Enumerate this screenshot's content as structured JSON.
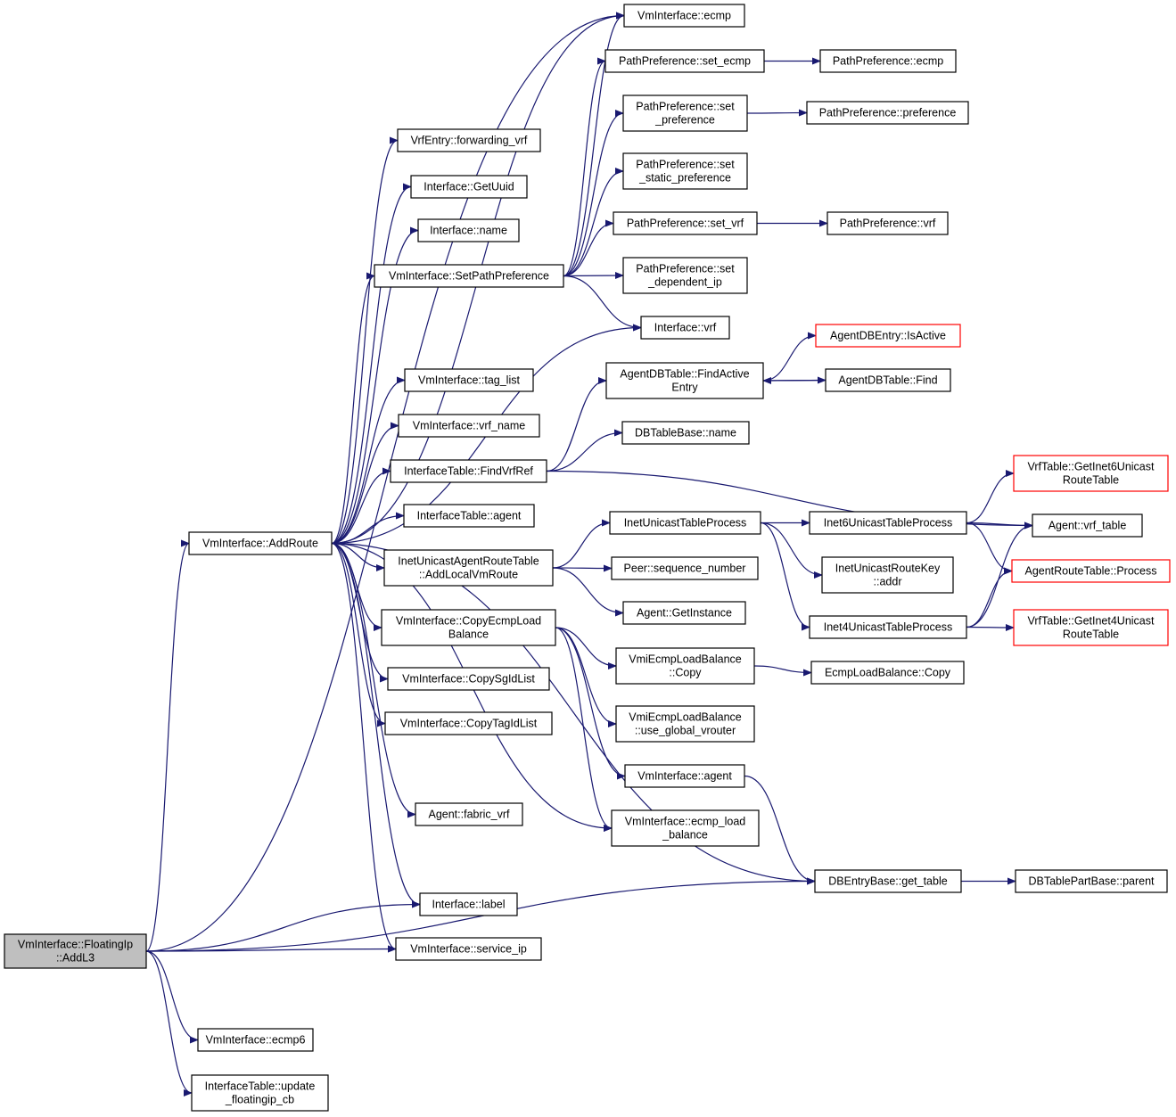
{
  "colors": {
    "edge": "#191970",
    "node_border": "#000000",
    "truncated_border": "#ff0000",
    "focus_fill": "#bfbfbf",
    "node_fill": "#ffffff"
  },
  "nodes": [
    {
      "id": "root",
      "lines": [
        "VmInterface::FloatingIp",
        "::AddL3"
      ],
      "focus": true
    },
    {
      "id": "addroute",
      "lines": [
        "VmInterface::AddRoute"
      ]
    },
    {
      "id": "ecmp6",
      "lines": [
        "VmInterface::ecmp6"
      ]
    },
    {
      "id": "update_fip",
      "lines": [
        "InterfaceTable::update",
        "_floatingip_cb"
      ]
    },
    {
      "id": "fwd_vrf",
      "lines": [
        "VrfEntry::forwarding_vrf"
      ]
    },
    {
      "id": "getuuid",
      "lines": [
        "Interface::GetUuid"
      ]
    },
    {
      "id": "iname",
      "lines": [
        "Interface::name"
      ]
    },
    {
      "id": "setpathpref",
      "lines": [
        "VmInterface::SetPathPreference"
      ]
    },
    {
      "id": "taglist",
      "lines": [
        "VmInterface::tag_list"
      ]
    },
    {
      "id": "vrfname",
      "lines": [
        "VmInterface::vrf_name"
      ]
    },
    {
      "id": "findvrfref",
      "lines": [
        "InterfaceTable::FindVrfRef"
      ]
    },
    {
      "id": "itagent",
      "lines": [
        "InterfaceTable::agent"
      ]
    },
    {
      "id": "addlocalvm",
      "lines": [
        "InetUnicastAgentRouteTable",
        "::AddLocalVmRoute"
      ]
    },
    {
      "id": "copyecmp",
      "lines": [
        "VmInterface::CopyEcmpLoad",
        "Balance"
      ]
    },
    {
      "id": "copysg",
      "lines": [
        "VmInterface::CopySgIdList"
      ]
    },
    {
      "id": "copytag",
      "lines": [
        "VmInterface::CopyTagIdList"
      ]
    },
    {
      "id": "fabricvrf",
      "lines": [
        "Agent::fabric_vrf"
      ]
    },
    {
      "id": "label",
      "lines": [
        "Interface::label"
      ]
    },
    {
      "id": "serviceip",
      "lines": [
        "VmInterface::service_ip"
      ]
    },
    {
      "id": "vmecmp",
      "lines": [
        "VmInterface::ecmp"
      ]
    },
    {
      "id": "pp_setecmp",
      "lines": [
        "PathPreference::set_ecmp"
      ]
    },
    {
      "id": "pp_setpref",
      "lines": [
        "PathPreference::set",
        "_preference"
      ]
    },
    {
      "id": "pp_setstatic",
      "lines": [
        "PathPreference::set",
        "_static_preference"
      ]
    },
    {
      "id": "pp_setvrf",
      "lines": [
        "PathPreference::set_vrf"
      ]
    },
    {
      "id": "pp_setdep",
      "lines": [
        "PathPreference::set",
        "_dependent_ip"
      ]
    },
    {
      "id": "ivrf",
      "lines": [
        "Interface::vrf"
      ]
    },
    {
      "id": "findactive",
      "lines": [
        "AgentDBTable::FindActive",
        "Entry"
      ]
    },
    {
      "id": "dbtname",
      "lines": [
        "DBTableBase::name"
      ]
    },
    {
      "id": "inetucproc",
      "lines": [
        "InetUnicastTableProcess"
      ]
    },
    {
      "id": "peerseq",
      "lines": [
        "Peer::sequence_number"
      ]
    },
    {
      "id": "agentinst",
      "lines": [
        "Agent::GetInstance"
      ]
    },
    {
      "id": "vmiecmpcopy",
      "lines": [
        "VmiEcmpLoadBalance",
        "::Copy"
      ]
    },
    {
      "id": "vmiecmpglobal",
      "lines": [
        "VmiEcmpLoadBalance",
        "::use_global_vrouter"
      ]
    },
    {
      "id": "vmiagent",
      "lines": [
        "VmInterface::agent"
      ]
    },
    {
      "id": "vmiecmplb",
      "lines": [
        "VmInterface::ecmp_load",
        "_balance"
      ]
    },
    {
      "id": "gettable",
      "lines": [
        "DBEntryBase::get_table"
      ]
    },
    {
      "id": "pp_ecmp",
      "lines": [
        "PathPreference::ecmp"
      ]
    },
    {
      "id": "pp_pref",
      "lines": [
        "PathPreference::preference"
      ]
    },
    {
      "id": "pp_vrf",
      "lines": [
        "PathPreference::vrf"
      ]
    },
    {
      "id": "isactive",
      "lines": [
        "AgentDBEntry::IsActive"
      ],
      "truncated": true
    },
    {
      "id": "agentfind",
      "lines": [
        "AgentDBTable::Find"
      ]
    },
    {
      "id": "inet6proc",
      "lines": [
        "Inet6UnicastTableProcess"
      ]
    },
    {
      "id": "inetrk",
      "lines": [
        "InetUnicastRouteKey",
        "::addr"
      ]
    },
    {
      "id": "inet4proc",
      "lines": [
        "Inet4UnicastTableProcess"
      ]
    },
    {
      "id": "ecmplbcopy",
      "lines": [
        "EcmpLoadBalance::Copy"
      ]
    },
    {
      "id": "partparent",
      "lines": [
        "DBTablePartBase::parent"
      ]
    },
    {
      "id": "getinet6",
      "lines": [
        "VrfTable::GetInet6Unicast",
        "RouteTable"
      ],
      "truncated": true
    },
    {
      "id": "vrftable",
      "lines": [
        "Agent::vrf_table"
      ]
    },
    {
      "id": "artprocess",
      "lines": [
        "AgentRouteTable::Process"
      ],
      "truncated": true
    },
    {
      "id": "getinet4",
      "lines": [
        "VrfTable::GetInet4Unicast",
        "RouteTable"
      ],
      "truncated": true
    }
  ],
  "edges": [
    [
      "root",
      "vmecmp"
    ],
    [
      "root",
      "addroute"
    ],
    [
      "root",
      "label"
    ],
    [
      "root",
      "serviceip"
    ],
    [
      "root",
      "gettable"
    ],
    [
      "root",
      "ecmp6"
    ],
    [
      "root",
      "update_fip"
    ],
    [
      "addroute",
      "vmecmp"
    ],
    [
      "addroute",
      "fwd_vrf"
    ],
    [
      "addroute",
      "getuuid"
    ],
    [
      "addroute",
      "iname"
    ],
    [
      "addroute",
      "setpathpref"
    ],
    [
      "addroute",
      "ivrf"
    ],
    [
      "addroute",
      "taglist"
    ],
    [
      "addroute",
      "vrfname"
    ],
    [
      "addroute",
      "findvrfref"
    ],
    [
      "addroute",
      "itagent"
    ],
    [
      "addroute",
      "addlocalvm"
    ],
    [
      "addroute",
      "copyecmp"
    ],
    [
      "addroute",
      "copysg"
    ],
    [
      "addroute",
      "copytag"
    ],
    [
      "addroute",
      "vmiecmplb"
    ],
    [
      "addroute",
      "fabricvrf"
    ],
    [
      "addroute",
      "gettable"
    ],
    [
      "addroute",
      "label"
    ],
    [
      "addroute",
      "serviceip"
    ],
    [
      "setpathpref",
      "vmecmp"
    ],
    [
      "setpathpref",
      "pp_setecmp"
    ],
    [
      "setpathpref",
      "pp_setpref"
    ],
    [
      "setpathpref",
      "pp_setstatic"
    ],
    [
      "setpathpref",
      "pp_setvrf"
    ],
    [
      "setpathpref",
      "pp_setdep"
    ],
    [
      "setpathpref",
      "ivrf"
    ],
    [
      "pp_setecmp",
      "pp_ecmp"
    ],
    [
      "pp_setpref",
      "pp_pref"
    ],
    [
      "pp_setvrf",
      "pp_vrf"
    ],
    [
      "findvrfref",
      "findactive"
    ],
    [
      "findvrfref",
      "dbtname"
    ],
    [
      "findvrfref",
      "vrftable"
    ],
    [
      "findactive",
      "isactive"
    ],
    [
      "findactive",
      "agentfind"
    ],
    [
      "agentfind",
      "findactive"
    ],
    [
      "addlocalvm",
      "inetucproc"
    ],
    [
      "addlocalvm",
      "peerseq"
    ],
    [
      "addlocalvm",
      "agentinst"
    ],
    [
      "inetucproc",
      "inet6proc"
    ],
    [
      "inetucproc",
      "inetrk"
    ],
    [
      "inetucproc",
      "inet4proc"
    ],
    [
      "inet6proc",
      "getinet6"
    ],
    [
      "inet6proc",
      "vrftable"
    ],
    [
      "inet6proc",
      "artprocess"
    ],
    [
      "inet4proc",
      "vrftable"
    ],
    [
      "inet4proc",
      "artprocess"
    ],
    [
      "inet4proc",
      "getinet4"
    ],
    [
      "copyecmp",
      "vmiecmpcopy"
    ],
    [
      "copyecmp",
      "vmiecmpglobal"
    ],
    [
      "copyecmp",
      "vmiagent"
    ],
    [
      "copyecmp",
      "vmiecmplb"
    ],
    [
      "vmiecmpcopy",
      "ecmplbcopy"
    ],
    [
      "vmiagent",
      "gettable"
    ],
    [
      "gettable",
      "partparent"
    ]
  ]
}
